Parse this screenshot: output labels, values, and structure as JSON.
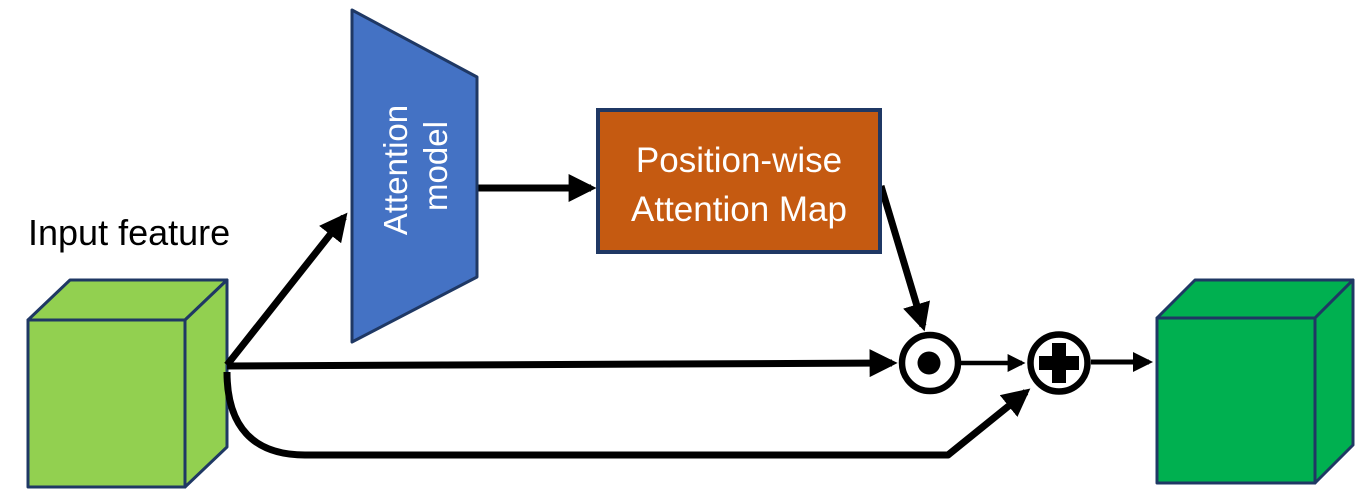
{
  "labels": {
    "input_feature": "Input feature",
    "attention_model_line1": "Attention",
    "attention_model_line2": "model",
    "attention_map_line1": "Position-wise",
    "attention_map_line2": "Attention Map"
  },
  "operator_icons": {
    "multiply": "⊙",
    "add": "⊕"
  },
  "colors": {
    "background": "#FFFFFF",
    "input_cube": "#92D050",
    "output_cube": "#00B050",
    "attention_model": "#4472C4",
    "attention_map": "#C55A11",
    "shape_border": "#1F3864",
    "arrow": "#000000",
    "label_text": "#000000",
    "shape_text": "#FFFFFF",
    "operator_stroke": "#000000",
    "operator_fill": "#FFFFFF"
  }
}
